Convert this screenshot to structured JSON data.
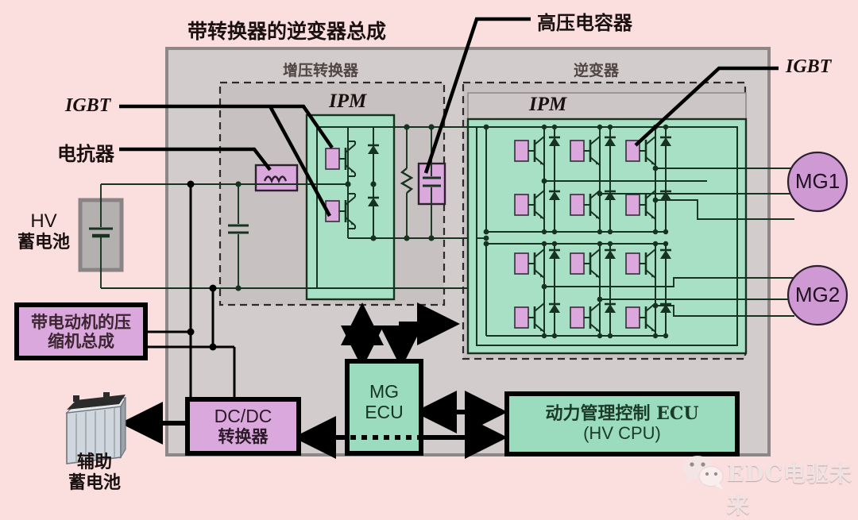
{
  "title": "带转换器的逆变器总成",
  "regions": {
    "boost_converter": "增压转换器",
    "inverter": "逆变器",
    "ipm_boost": "IPM",
    "ipm_inverter": "IPM"
  },
  "callouts": {
    "igbt_left": "IGBT",
    "igbt_right": "IGBT",
    "reactor": "电抗器",
    "hv_capacitor": "高压电容器"
  },
  "components": {
    "hv_battery": {
      "line1": "HV",
      "line2": "蓄电池"
    },
    "compressor": {
      "line1": "带电动机的压",
      "line2": "缩机总成"
    },
    "dcdc": {
      "line1": "DC/DC",
      "line2": "转换器"
    },
    "aux_battery": {
      "line1": "辅助",
      "line2": "蓄电池"
    },
    "mg_ecu": {
      "line1": "MG",
      "line2": "ECU"
    },
    "power_ecu": {
      "line1": "动力管理控制 ECU",
      "line2": "(HV CPU)"
    },
    "mg1": "MG1",
    "mg2": "MG2"
  },
  "watermark": "EDC电驱未来",
  "colors": {
    "background": "#fbdfdf",
    "outer_panel": "#d2cbcb",
    "sub_panel": "#c9c2c2",
    "ipm_header": "#cdc6c6",
    "ipm_green": "#a8e0c6",
    "ecu_green": "#9adcbd",
    "magenta": "#dba8dd",
    "motor_circle": "#cf9ad4",
    "battery_gray": "#b5b0b0",
    "wire_dark": "#16331f",
    "wire_black": "#000000"
  },
  "chart_data": {
    "type": "diagram",
    "nodes": [
      {
        "id": "hv_battery",
        "label": "HV 蓄电池",
        "kind": "source"
      },
      {
        "id": "reactor",
        "label": "电抗器",
        "kind": "inductor"
      },
      {
        "id": "boost_ipm",
        "label": "IPM",
        "kind": "module",
        "devices": 2
      },
      {
        "id": "hv_cap",
        "label": "高压电容器",
        "kind": "capacitor"
      },
      {
        "id": "discharge_resistor",
        "label": "",
        "kind": "resistor"
      },
      {
        "id": "inverter_ipm",
        "label": "IPM",
        "kind": "module",
        "devices": 12
      },
      {
        "id": "mg1",
        "label": "MG1",
        "kind": "motor"
      },
      {
        "id": "mg2",
        "label": "MG2",
        "kind": "motor"
      },
      {
        "id": "compressor",
        "label": "带电动机的压缩机总成",
        "kind": "load"
      },
      {
        "id": "dcdc",
        "label": "DC/DC 转换器",
        "kind": "converter"
      },
      {
        "id": "aux_battery",
        "label": "辅助蓄电池",
        "kind": "battery"
      },
      {
        "id": "mg_ecu",
        "label": "MG ECU",
        "kind": "controller"
      },
      {
        "id": "power_ecu",
        "label": "动力管理控制 ECU (HV CPU)",
        "kind": "controller"
      }
    ],
    "edges": [
      {
        "from": "hv_battery",
        "to": "reactor",
        "type": "power"
      },
      {
        "from": "reactor",
        "to": "boost_ipm",
        "type": "power"
      },
      {
        "from": "boost_ipm",
        "to": "hv_cap",
        "type": "power"
      },
      {
        "from": "hv_cap",
        "to": "inverter_ipm",
        "type": "power"
      },
      {
        "from": "inverter_ipm",
        "to": "mg1",
        "type": "3-phase"
      },
      {
        "from": "inverter_ipm",
        "to": "mg2",
        "type": "3-phase"
      },
      {
        "from": "hv_battery",
        "to": "compressor",
        "type": "power"
      },
      {
        "from": "hv_battery",
        "to": "dcdc",
        "type": "power"
      },
      {
        "from": "dcdc",
        "to": "aux_battery",
        "type": "power"
      },
      {
        "from": "mg_ecu",
        "to": "boost_ipm",
        "type": "control"
      },
      {
        "from": "mg_ecu",
        "to": "inverter_ipm",
        "type": "control"
      },
      {
        "from": "mg_ecu",
        "to": "power_ecu",
        "type": "signal"
      },
      {
        "from": "power_ecu",
        "to": "dcdc",
        "type": "signal"
      }
    ]
  }
}
